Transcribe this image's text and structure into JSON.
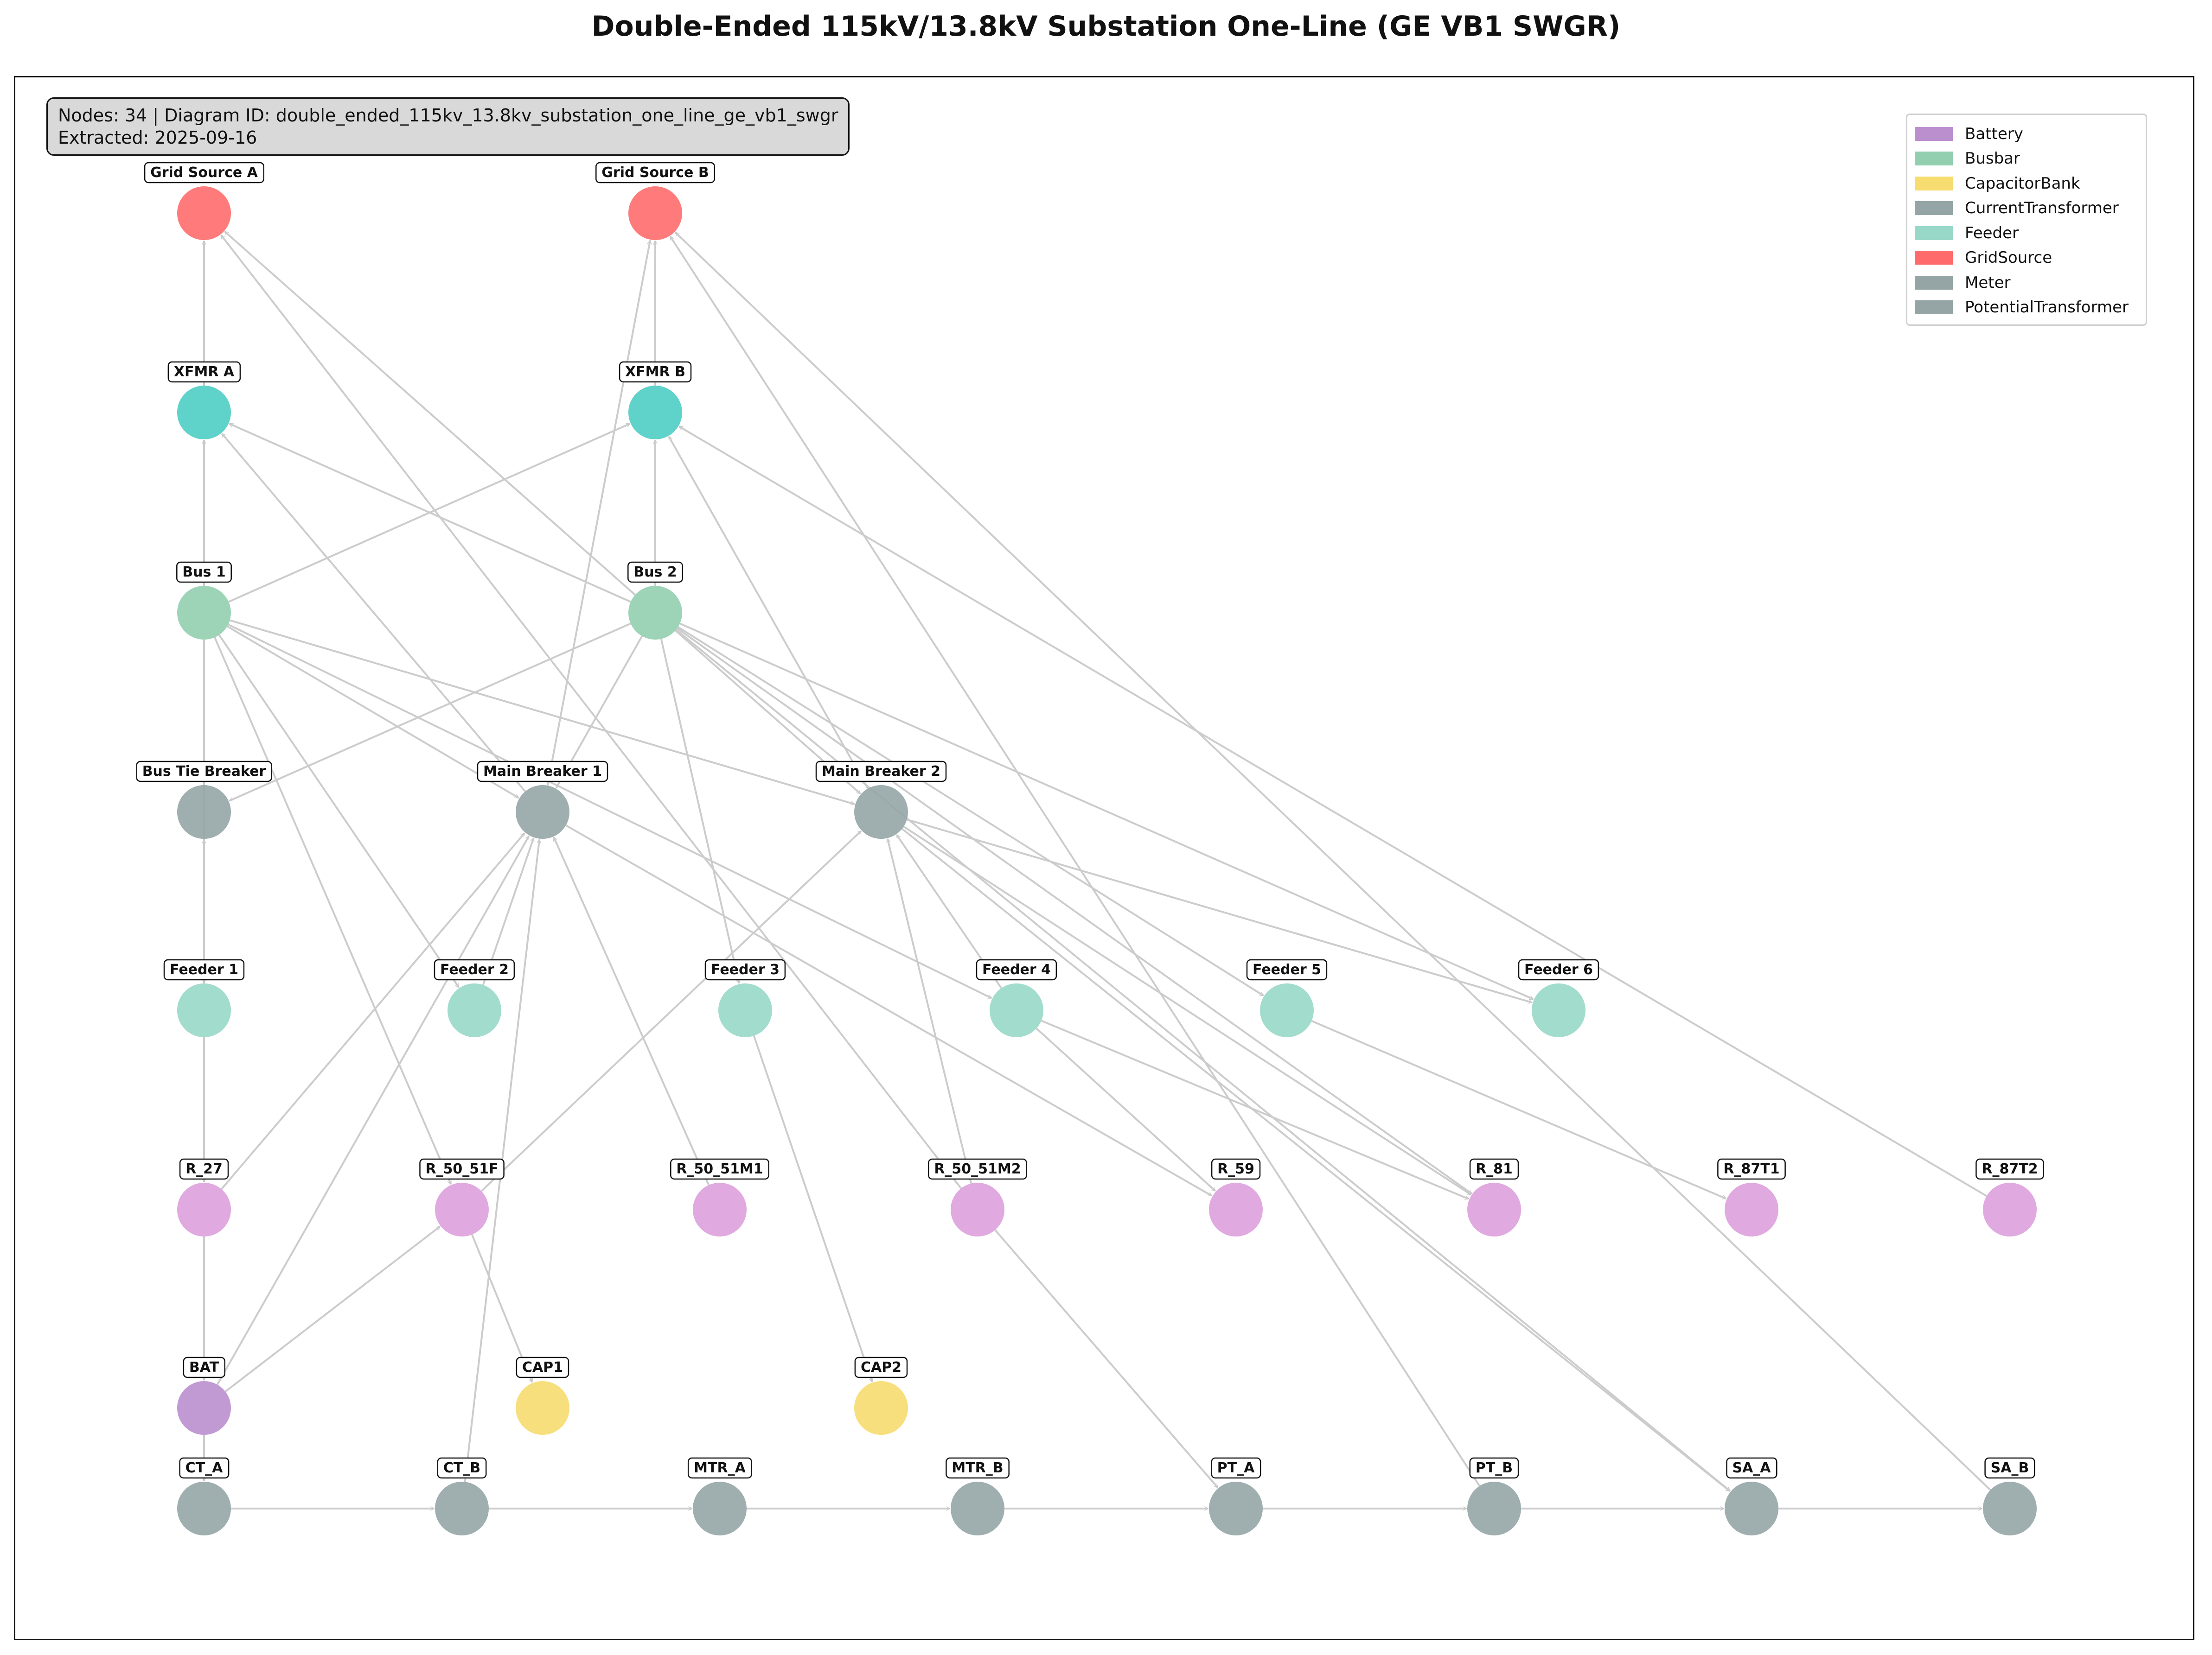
{
  "title": "Double-Ended 115kV/13.8kV Substation One-Line (GE VB1 SWGR)",
  "info": {
    "line1": "Nodes: 34 | Diagram ID: double_ended_115kv_13.8kv_substation_one_line_ge_vb1_swgr",
    "line2": "Extracted: 2025-09-16"
  },
  "legend": [
    {
      "label": "Battery",
      "color": "#bb8fce"
    },
    {
      "label": "Busbar",
      "color": "#92cfb0"
    },
    {
      "label": "CapacitorBank",
      "color": "#f7dc6f"
    },
    {
      "label": "CurrentTransformer",
      "color": "#95a5a6"
    },
    {
      "label": "Feeder",
      "color": "#98d8c8"
    },
    {
      "label": "GridSource",
      "color": "#ff6b6b"
    },
    {
      "label": "Meter",
      "color": "#95a5a6"
    },
    {
      "label": "PotentialTransformer",
      "color": "#95a5a6"
    }
  ],
  "node_colors": {
    "grid": "#ff6b6b",
    "xfmr": "#4ecdc4",
    "bus": "#92cfb0",
    "breaker": "#95a5a6",
    "feeder": "#98d8c8",
    "relay": "#dda0dd",
    "battery": "#bb8fce",
    "cap": "#f7dc6f",
    "instrument": "#95a5a6"
  },
  "nodes": [
    {
      "id": "GSA",
      "label": "Grid Source A",
      "kind": "grid"
    },
    {
      "id": "GSB",
      "label": "Grid Source B",
      "kind": "grid"
    },
    {
      "id": "XA",
      "label": "XFMR A",
      "kind": "xfmr"
    },
    {
      "id": "XB",
      "label": "XFMR B",
      "kind": "xfmr"
    },
    {
      "id": "B1",
      "label": "Bus 1",
      "kind": "bus"
    },
    {
      "id": "B2",
      "label": "Bus 2",
      "kind": "bus"
    },
    {
      "id": "BT",
      "label": "Bus Tie Breaker",
      "kind": "breaker"
    },
    {
      "id": "MB1",
      "label": "Main Breaker 1",
      "kind": "breaker"
    },
    {
      "id": "MB2",
      "label": "Main Breaker 2",
      "kind": "breaker"
    },
    {
      "id": "F1",
      "label": "Feeder 1",
      "kind": "feeder"
    },
    {
      "id": "F2",
      "label": "Feeder 2",
      "kind": "feeder"
    },
    {
      "id": "F3",
      "label": "Feeder 3",
      "kind": "feeder"
    },
    {
      "id": "F4",
      "label": "Feeder 4",
      "kind": "feeder"
    },
    {
      "id": "F5",
      "label": "Feeder 5",
      "kind": "feeder"
    },
    {
      "id": "F6",
      "label": "Feeder 6",
      "kind": "feeder"
    },
    {
      "id": "R27",
      "label": "R_27",
      "kind": "relay"
    },
    {
      "id": "R5051F",
      "label": "R_50_51F",
      "kind": "relay"
    },
    {
      "id": "R5051M1",
      "label": "R_50_51M1",
      "kind": "relay"
    },
    {
      "id": "R5051M2",
      "label": "R_50_51M2",
      "kind": "relay"
    },
    {
      "id": "R59",
      "label": "R_59",
      "kind": "relay"
    },
    {
      "id": "R81",
      "label": "R_81",
      "kind": "relay"
    },
    {
      "id": "R87T1",
      "label": "R_87T1",
      "kind": "relay"
    },
    {
      "id": "R87T2",
      "label": "R_87T2",
      "kind": "relay"
    },
    {
      "id": "BAT",
      "label": "BAT",
      "kind": "battery"
    },
    {
      "id": "CAP1",
      "label": "CAP1",
      "kind": "cap"
    },
    {
      "id": "CAP2",
      "label": "CAP2",
      "kind": "cap"
    },
    {
      "id": "CTA",
      "label": "CT_A",
      "kind": "instrument"
    },
    {
      "id": "CTB",
      "label": "CT_B",
      "kind": "instrument"
    },
    {
      "id": "MTRA",
      "label": "MTR_A",
      "kind": "instrument"
    },
    {
      "id": "MTRB",
      "label": "MTR_B",
      "kind": "instrument"
    },
    {
      "id": "PTA",
      "label": "PT_A",
      "kind": "instrument"
    },
    {
      "id": "PTB",
      "label": "PT_B",
      "kind": "instrument"
    },
    {
      "id": "SAA",
      "label": "SA_A",
      "kind": "instrument"
    },
    {
      "id": "SAB",
      "label": "SA_B",
      "kind": "instrument"
    }
  ],
  "edges": [
    [
      "XA",
      "GSA"
    ],
    [
      "XB",
      "GSB"
    ],
    [
      "B1",
      "XA"
    ],
    [
      "B2",
      "XA"
    ],
    [
      "B1",
      "XB"
    ],
    [
      "B2",
      "XB"
    ],
    [
      "B2",
      "GSA"
    ],
    [
      "R5051M2",
      "GSA"
    ],
    [
      "B1",
      "BT"
    ],
    [
      "B2",
      "BT"
    ],
    [
      "F1",
      "BT"
    ],
    [
      "B1",
      "MB1"
    ],
    [
      "B2",
      "MB1"
    ],
    [
      "R5051M1",
      "MB1"
    ],
    [
      "R27",
      "MB1"
    ],
    [
      "BAT",
      "MB1"
    ],
    [
      "CTB",
      "MB1"
    ],
    [
      "F2",
      "MB1"
    ],
    [
      "MB1",
      "XA"
    ],
    [
      "MB1",
      "GSB"
    ],
    [
      "MB1",
      "R59"
    ],
    [
      "B1",
      "MB2"
    ],
    [
      "B2",
      "MB2"
    ],
    [
      "R5051M2",
      "MB2"
    ],
    [
      "R5051F",
      "MB2"
    ],
    [
      "F4",
      "MB2"
    ],
    [
      "MB2",
      "XB"
    ],
    [
      "MB2",
      "F6"
    ],
    [
      "MB2",
      "R81"
    ],
    [
      "MB2",
      "SAA"
    ],
    [
      "B1",
      "F1"
    ],
    [
      "B1",
      "F2"
    ],
    [
      "B1",
      "F4"
    ],
    [
      "B1",
      "R5051F"
    ],
    [
      "B2",
      "F3"
    ],
    [
      "B2",
      "F5"
    ],
    [
      "B2",
      "F6"
    ],
    [
      "B2",
      "SAA"
    ],
    [
      "B2",
      "R81"
    ],
    [
      "F1",
      "R27"
    ],
    [
      "R27",
      "BAT"
    ],
    [
      "BAT",
      "CTA"
    ],
    [
      "BAT",
      "R5051F"
    ],
    [
      "R5051F",
      "CAP1"
    ],
    [
      "F3",
      "CAP2"
    ],
    [
      "F4",
      "R59"
    ],
    [
      "F4",
      "R81"
    ],
    [
      "F5",
      "R87T1"
    ],
    [
      "R87T2",
      "XB"
    ],
    [
      "R5051M2",
      "PTA"
    ],
    [
      "PTB",
      "GSB"
    ],
    [
      "SAB",
      "GSB"
    ],
    [
      "CTA",
      "CTB"
    ],
    [
      "CTB",
      "MTRA"
    ],
    [
      "MTRA",
      "MTRB"
    ],
    [
      "MTRB",
      "PTA"
    ],
    [
      "PTA",
      "PTB"
    ],
    [
      "PTB",
      "SAA"
    ],
    [
      "SAA",
      "SAB"
    ]
  ]
}
